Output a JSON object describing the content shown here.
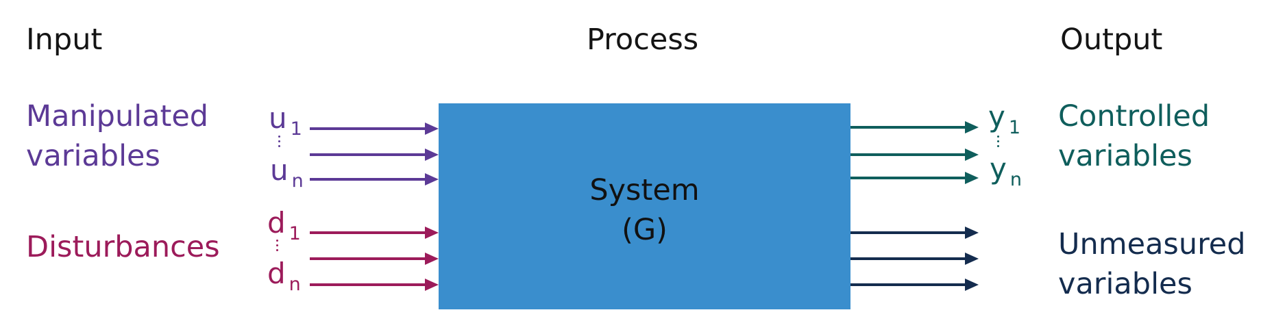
{
  "headers": {
    "input": "Input",
    "process": "Process",
    "output": "Output"
  },
  "groups": {
    "manipulated": [
      "Manipulated",
      "variables"
    ],
    "disturbances": [
      "Disturbances"
    ],
    "controlled": [
      "Controlled",
      "variables"
    ],
    "unmeasured": [
      "Unmeasured",
      "variables"
    ]
  },
  "variables": {
    "u1": {
      "base": "u",
      "sub": "1"
    },
    "un": {
      "base": "u",
      "sub": "n"
    },
    "d1": {
      "base": "d",
      "sub": "1"
    },
    "dn": {
      "base": "d",
      "sub": "n"
    },
    "y1": {
      "base": "y",
      "sub": "1"
    },
    "yn": {
      "base": "y",
      "sub": "n"
    }
  },
  "system": {
    "line1": "System",
    "line2": "(G)"
  },
  "colors": {
    "manipulated": "#5c3a96",
    "disturbance": "#9c1b5a",
    "controlled": "#0f5e5c",
    "unmeasured": "#142c4e",
    "system_fill": "#3a8ecd"
  }
}
